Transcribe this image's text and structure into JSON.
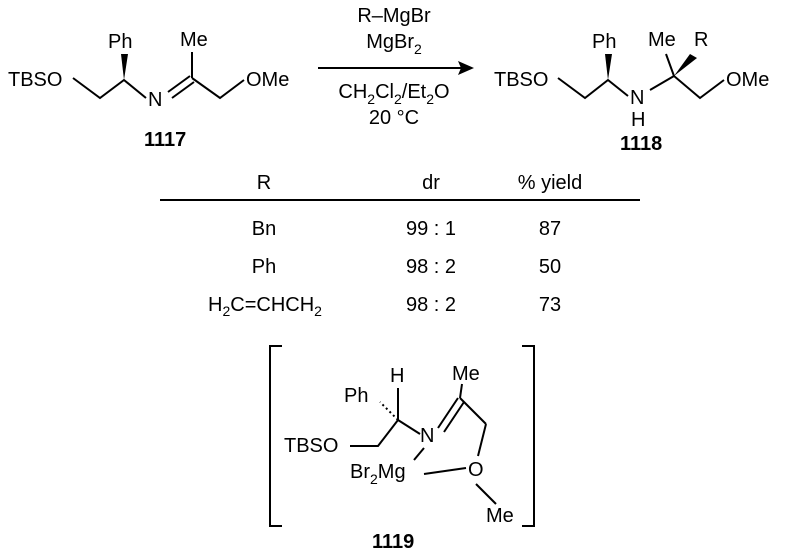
{
  "reaction": {
    "reagent_line1": "R–MgBr",
    "reagent_line2": "MgBr",
    "reagent_line2_sub": "2",
    "solvent": {
      "a": "CH",
      "a_sub": "2",
      "b": "Cl",
      "b_sub": "2",
      "c": "/Et",
      "c_sub": "2",
      "d": "O"
    },
    "temperature": "20 °C"
  },
  "starting_material": {
    "id": "1117",
    "labels": {
      "tbso": "TBSO",
      "ph": "Ph",
      "n": "N",
      "me": "Me",
      "ome": "OMe"
    }
  },
  "product": {
    "id": "1118",
    "labels": {
      "tbso": "TBSO",
      "ph": "Ph",
      "n": "N",
      "h": "H",
      "me": "Me",
      "r": "R",
      "ome": "OMe"
    }
  },
  "table": {
    "headers": [
      "R",
      "dr",
      "% yield"
    ],
    "rows": [
      {
        "r": "Bn",
        "dr": "99 : 1",
        "yield": "87"
      },
      {
        "r": "Ph",
        "dr": "98 : 2",
        "yield": "50"
      },
      {
        "r_a": "H",
        "r_a_sub": "2",
        "r_b": "C=CHCH",
        "r_b_sub": "2",
        "dr": "98 : 2",
        "yield": "73"
      }
    ]
  },
  "intermediate": {
    "id": "1119",
    "labels": {
      "ph": "Ph",
      "h": "H",
      "me": "Me",
      "tbso": "TBSO",
      "n": "N",
      "br": "Br",
      "br_sub": "2",
      "mg": "Mg",
      "o": "O",
      "me2": "Me"
    }
  }
}
